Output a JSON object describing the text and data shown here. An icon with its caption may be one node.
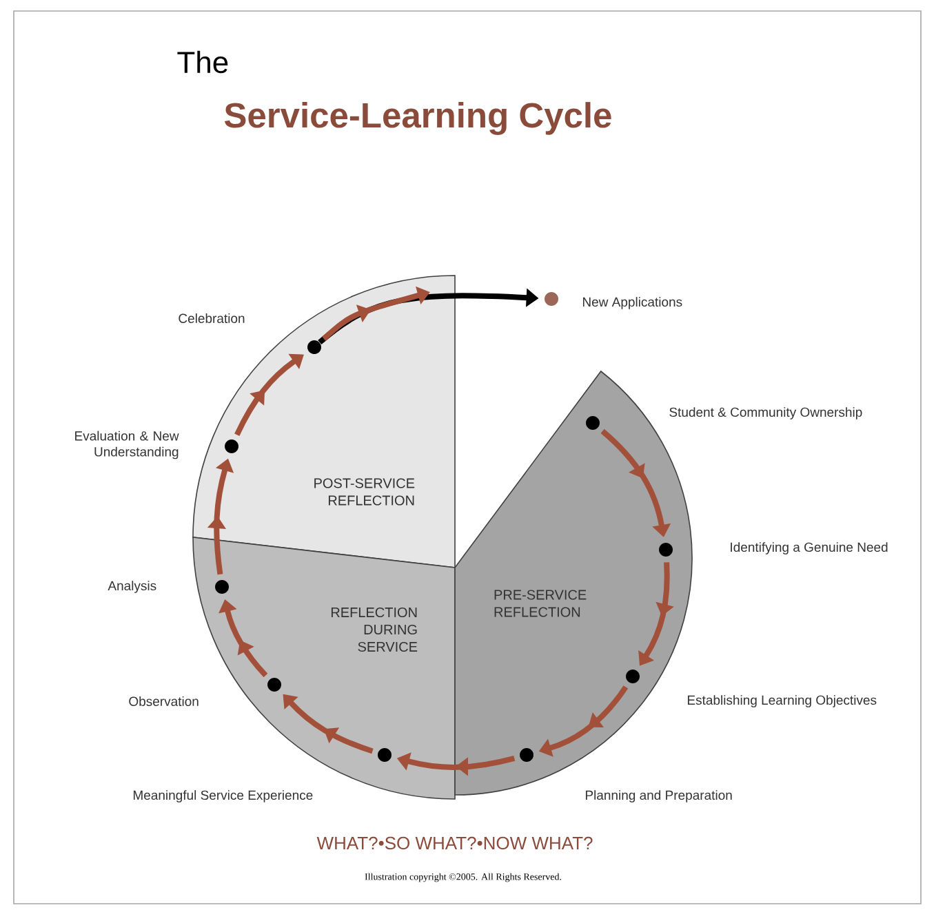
{
  "diagram": {
    "title": "Service-Learning Cycle",
    "caption": "Illustration copyright ©2005. All Rights Reserved.",
    "nodes": [
      {
        "text": [
          "POST-SERVICE REFLECTION"
        ]
      },
      {
        "text": [
          "REFLECTION DURING SERVICE"
        ]
      },
      {
        "text": [
          "PRE-SERVICE REFLECTION"
        ]
      },
      {
        "text": [],
        "shape": "circle",
        "in": 2
      },
      {
        "text": [],
        "shape": "circle",
        "in": 2
      },
      {
        "text": [],
        "shape": "circle",
        "in": 2
      },
      {
        "text": [],
        "shape": "circle",
        "in": 2
      },
      {
        "text": [],
        "shape": "circle",
        "in": 1
      },
      {
        "text": [],
        "shape": "circle",
        "in": 1
      },
      {
        "text": [],
        "shape": "circle",
        "in": 1
      },
      {
        "text": [],
        "shape": "circle",
        "in": 0
      },
      {
        "text": [],
        "shape": "circle",
        "in": 0
      },
      {
        "text": [],
        "shape": "circle"
      }
    ],
    "edges": [
      {
        "from": 3,
        "to": 4,
        "arrow": "to"
      },
      {
        "from": 4,
        "to": 5,
        "arrow": "to"
      },
      {
        "from": 5,
        "to": 6,
        "arrow": "to"
      },
      {
        "from": 6,
        "to": 7,
        "arrow": "to"
      },
      {
        "from": 7,
        "to": 8,
        "arrow": "to"
      },
      {
        "from": 8,
        "to": 9,
        "arrow": "to"
      },
      {
        "from": 9,
        "to": 10,
        "arrow": "to"
      },
      {
        "from": 10,
        "to": 11,
        "arrow": "to"
      },
      {
        "from": 11,
        "to": 12,
        "arrow": "to",
        "color": "#000000"
      }
    ],
    "labels": [
      "The",
      "New Applications",
      "Celebration",
      "Student & Community Ownership",
      "Evaluation & New Understanding",
      "Identifying a Genuine Need",
      "Analysis",
      "Observation",
      "Establishing Learning Objectives",
      "Meaningful Service Experience",
      "Planning and Preparation",
      "WHAT?•SO WHAT?•NOW WHAT?"
    ]
  }
}
